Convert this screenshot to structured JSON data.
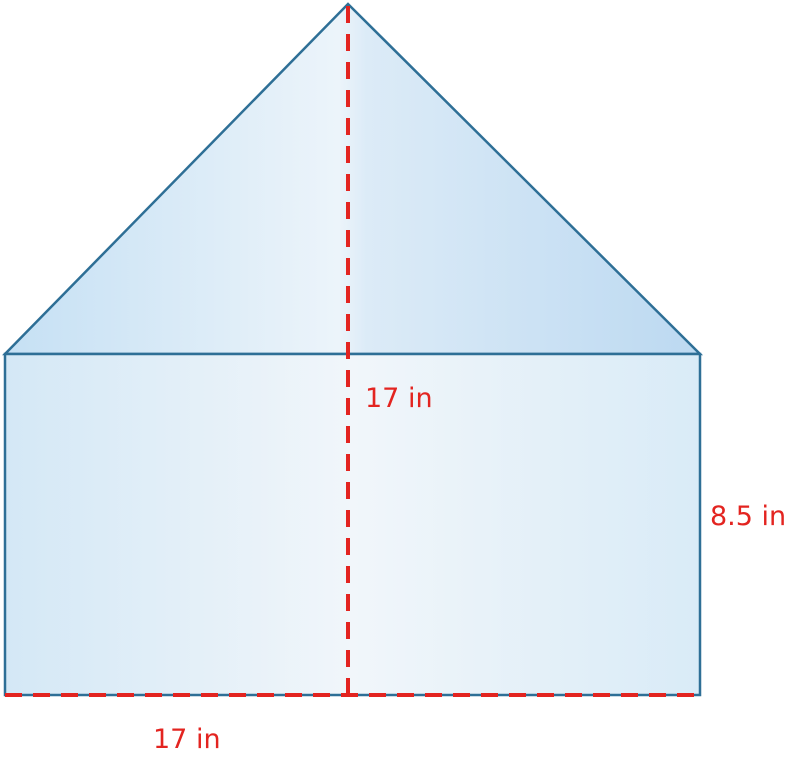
{
  "labels": {
    "height_total": "17 in",
    "rect_height": "8.5 in",
    "base_width": "17 in"
  },
  "colors": {
    "outline": "#2e6f96",
    "dimension": "#e32420",
    "fill_light": "#eef5fa",
    "fill_dark": "#c6e0f3"
  }
}
